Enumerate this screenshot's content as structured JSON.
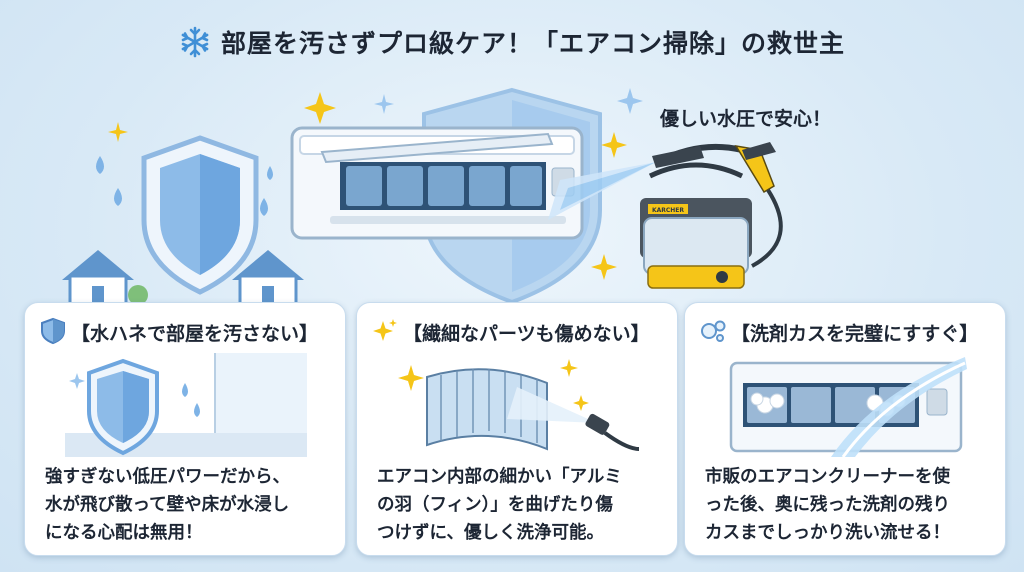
{
  "header": {
    "title": "部屋を汚さずプロ級ケア！「エアコン掃除」の救世主",
    "icon": "snowflake-icon"
  },
  "hero": {
    "speech": "優しい水圧で安心！",
    "machine_label": "KARCHER"
  },
  "cards": [
    {
      "icon": "shield-icon",
      "title": "【水ハネで部屋を汚さない】",
      "body": "強すぎない低圧パワーだから、\n水が飛び散って壁や床が水浸し\nになる心配は無用！"
    },
    {
      "icon": "sparkle-icon",
      "title": "【繊細なパーツも傷めない】",
      "body": "エアコン内部の細かい「アルミ\nの羽（フィン）」を曲げたり傷\nつけずに、優しく洗浄可能。"
    },
    {
      "icon": "bubbles-icon",
      "title": "【洗剤カスを完璧にすすぐ】",
      "body": "市販のエアコンクリーナーを使\nった後、奥に残った洗剤の残り\nカスまでしっかり洗い流せる！"
    }
  ],
  "colors": {
    "background": "#dcecf8",
    "accent_blue": "#4a90d9",
    "yellow": "#f5c518",
    "text": "#1d2634"
  }
}
